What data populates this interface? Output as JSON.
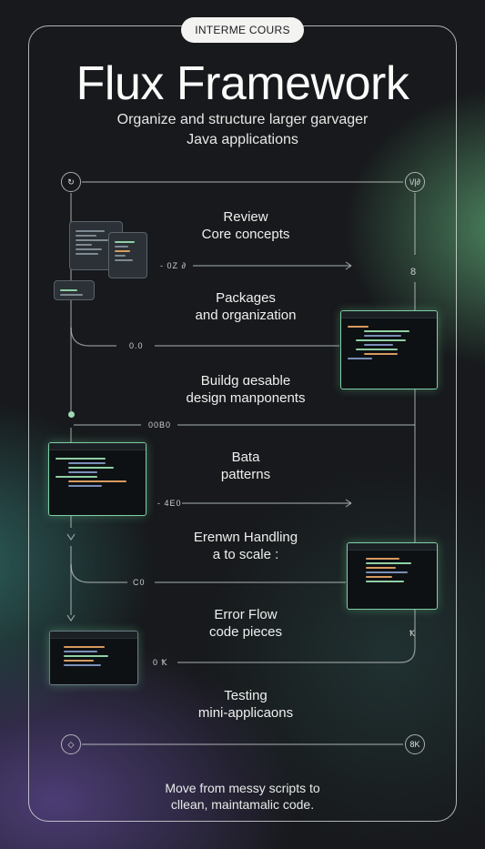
{
  "badge": "INTERME COURS",
  "title": "Flux Framework",
  "subtitle": {
    "line1": "Organize and structure larger garvager",
    "line2": "Java applications"
  },
  "steps": [
    {
      "line1": "Review",
      "line2": "Core concepts"
    },
    {
      "line1": "Packages",
      "line2": "and organization"
    },
    {
      "line1": "Buildg ɑesable",
      "line2": "design manponents"
    },
    {
      "line1": "Bata",
      "line2": "patterns"
    },
    {
      "line1": "Erenwn Handling",
      "line2": "a to scale :"
    },
    {
      "line1": "Error Flow",
      "line2": "code pieces"
    },
    {
      "line1": "Testing",
      "line2": "mini-applicaons"
    }
  ],
  "labels": {
    "l1": "- 0Z ∂",
    "l2": "0.0",
    "l3": "00B0",
    "l4": "- 4E0",
    "l5": "C0",
    "l6": "0 Ꝁ",
    "l7": "Ꝁ"
  },
  "icons": {
    "top_left": "↻",
    "top_right": "\\/|∂",
    "chain": "8",
    "bottom_left": "◇",
    "bottom_right": "8K"
  },
  "footer": {
    "line1": "Move from messy scripts to",
    "line2": "cllean, maintamalic code."
  },
  "colors": {
    "accent": "#7fcfa6",
    "background": "#17191c",
    "badge_bg": "#f3f3f1"
  }
}
